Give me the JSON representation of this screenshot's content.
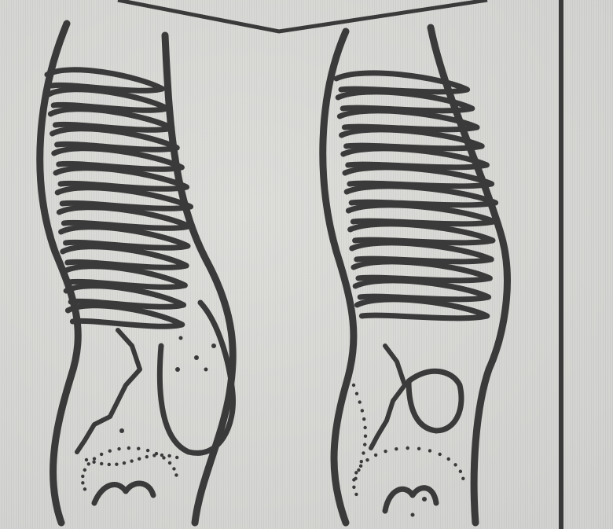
{
  "image": {
    "kind": "vintage newspaper line illustration",
    "panels": [
      {
        "id": "left-figure",
        "subject": "torso-outline-with-ribcage"
      },
      {
        "id": "right-figure",
        "subject": "torso-outline-with-ribcage"
      }
    ],
    "colors": {
      "paper": "#d3d3d1",
      "ink": "#3a3a3a",
      "light": "#e7e7e4"
    }
  }
}
